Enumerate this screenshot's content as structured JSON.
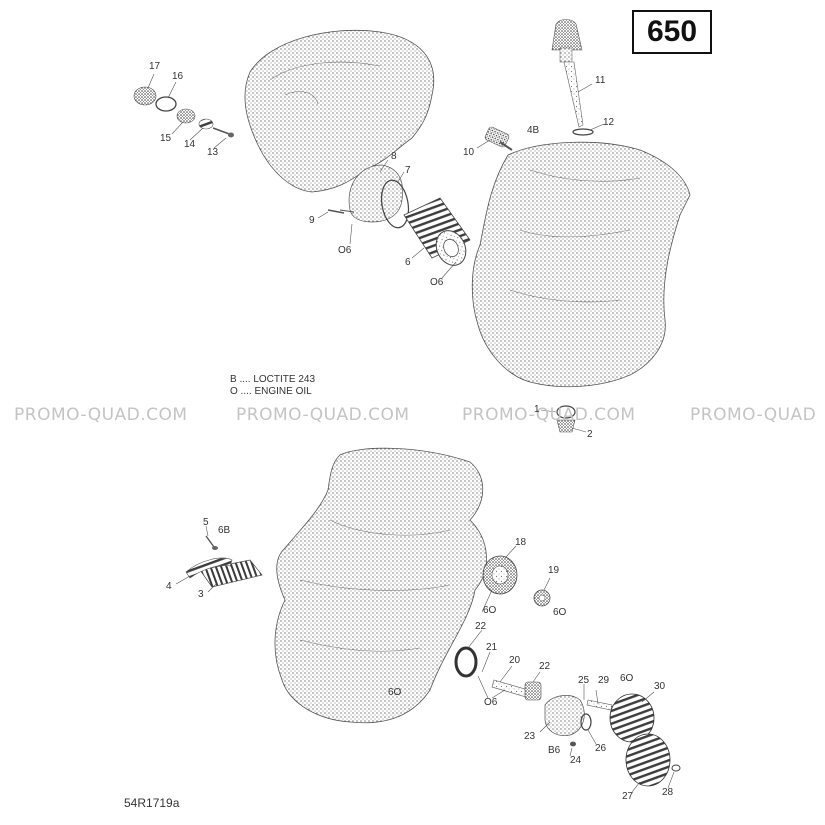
{
  "model_badge": "650",
  "watermarks": [
    "PROMO-QUAD.COM",
    "PROMO-QUAD.COM",
    "PROMO-QUAD.COM",
    "PROMO-QUAD"
  ],
  "legend": {
    "line1": "B .... LOCTITE 243",
    "line2": "O .... ENGINE OIL"
  },
  "reference_code": "54R1719a",
  "callouts": [
    {
      "id": "c17",
      "text": "17"
    },
    {
      "id": "c16",
      "text": "16"
    },
    {
      "id": "c15",
      "text": "15"
    },
    {
      "id": "c14",
      "text": "14"
    },
    {
      "id": "c13",
      "text": "13"
    },
    {
      "id": "c11",
      "text": "11"
    },
    {
      "id": "c12",
      "text": "12"
    },
    {
      "id": "c10",
      "text": "10"
    },
    {
      "id": "c10b",
      "text": "4B"
    },
    {
      "id": "c8",
      "text": "8"
    },
    {
      "id": "c7",
      "text": "7"
    },
    {
      "id": "c9",
      "text": "9"
    },
    {
      "id": "c9o",
      "text": "O6"
    },
    {
      "id": "c6",
      "text": "6"
    },
    {
      "id": "c6o",
      "text": "O6"
    },
    {
      "id": "c1",
      "text": "1"
    },
    {
      "id": "c2",
      "text": "2"
    },
    {
      "id": "c5",
      "text": "5"
    },
    {
      "id": "c5b",
      "text": "6B"
    },
    {
      "id": "c4",
      "text": "4"
    },
    {
      "id": "c3",
      "text": "3"
    },
    {
      "id": "c18",
      "text": "18"
    },
    {
      "id": "c18o",
      "text": "6O"
    },
    {
      "id": "c19",
      "text": "19"
    },
    {
      "id": "c19o",
      "text": "6O"
    },
    {
      "id": "c22a",
      "text": "22"
    },
    {
      "id": "c21",
      "text": "21"
    },
    {
      "id": "c20",
      "text": "20"
    },
    {
      "id": "c22b",
      "text": "22"
    },
    {
      "id": "c6oa",
      "text": "O6"
    },
    {
      "id": "c6ob",
      "text": "6O"
    },
    {
      "id": "c25",
      "text": "25"
    },
    {
      "id": "c29",
      "text": "29"
    },
    {
      "id": "c29o",
      "text": "6O"
    },
    {
      "id": "c30",
      "text": "30"
    },
    {
      "id": "c23",
      "text": "23"
    },
    {
      "id": "c23b",
      "text": "B6"
    },
    {
      "id": "c26",
      "text": "26"
    },
    {
      "id": "c24",
      "text": "24"
    },
    {
      "id": "c27",
      "text": "27"
    },
    {
      "id": "c28",
      "text": "28"
    }
  ]
}
